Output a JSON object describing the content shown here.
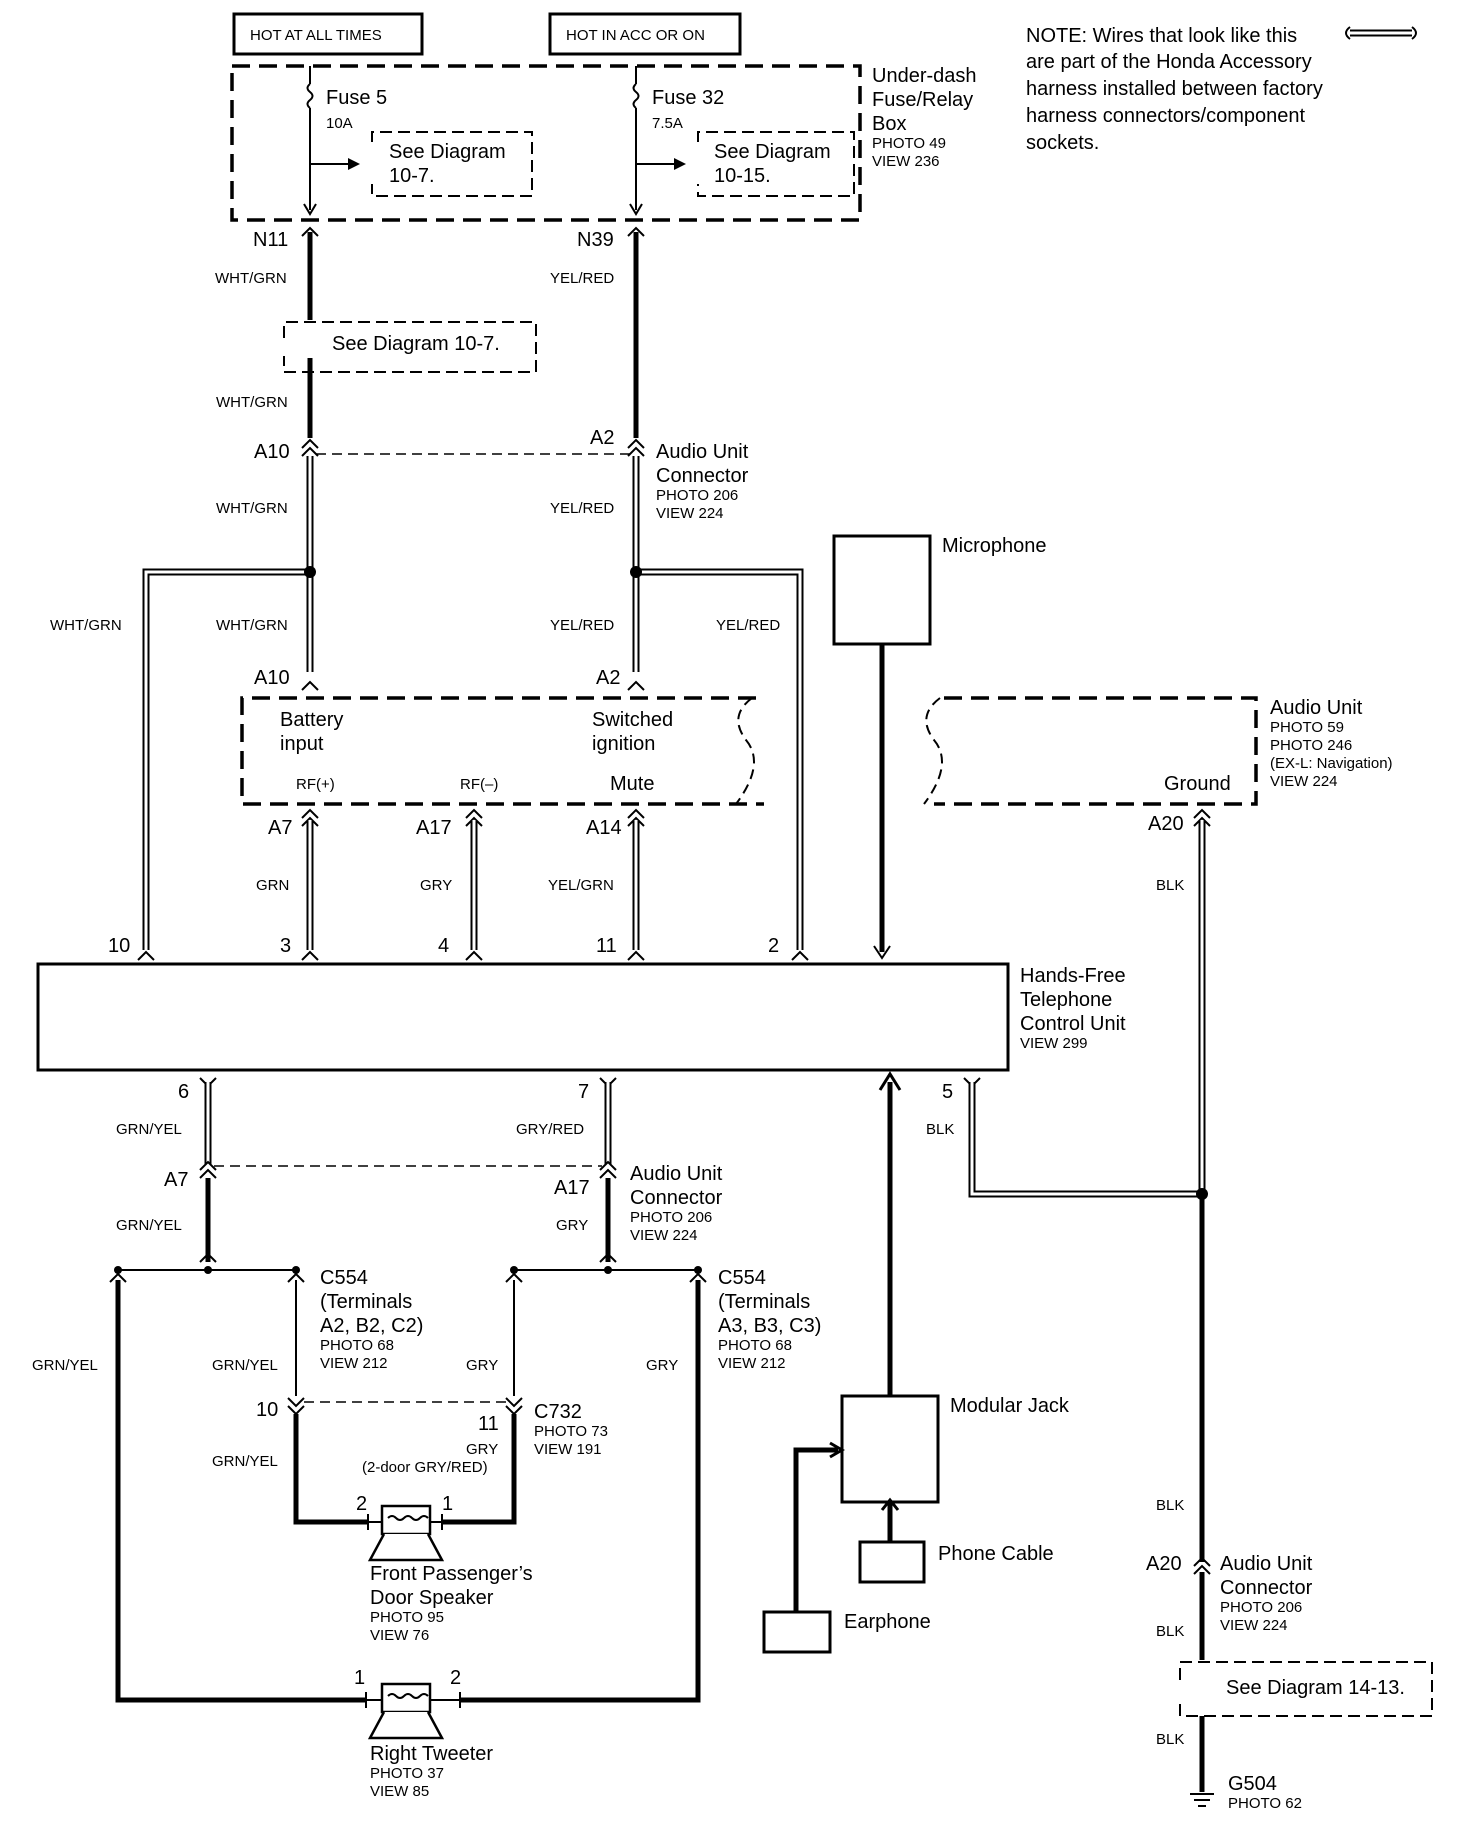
{
  "header": {
    "hot_at_all_times": "HOT AT ALL TIMES",
    "hot_in_acc": "HOT IN ACC OR ON"
  },
  "note": [
    "NOTE: Wires that look like this",
    "are part of the Honda Accessory",
    "harness installed between factory",
    "harness connectors/component",
    "sockets."
  ],
  "fuse_box": {
    "title": [
      "Under-dash",
      "Fuse/Relay",
      "Box"
    ],
    "photo": "PHOTO 49",
    "view": "VIEW 236",
    "fuse5": {
      "name": "Fuse 5",
      "rating": "10A",
      "see": [
        "See Diagram",
        "10-7."
      ]
    },
    "fuse32": {
      "name": "Fuse 32",
      "rating": "7.5A",
      "see": [
        "See Diagram",
        "10-15."
      ]
    }
  },
  "terminals": {
    "n11": "N11",
    "n39": "N39",
    "a10": "A10",
    "a2": "A2",
    "a7": "A7",
    "a17": "A17",
    "a14": "A14",
    "a20": "A20",
    "p10": "10",
    "p3": "3",
    "p4": "4",
    "p11": "11",
    "p2": "2",
    "p6": "6",
    "p7": "7",
    "p5": "5",
    "c10": "10",
    "c11": "11",
    "spk2": "2",
    "spk1": "1",
    "tw1": "1",
    "tw2": "2"
  },
  "wires": {
    "wht_grn": "WHT/GRN",
    "yel_red": "YEL/RED",
    "grn": "GRN",
    "gry": "GRY",
    "yel_grn": "YEL/GRN",
    "blk": "BLK",
    "grn_yel": "GRN/YEL",
    "gry_red": "GRY/RED",
    "gry_2door": "(2-door GRY/RED)"
  },
  "see_diagram_10_7": "See Diagram 10-7.",
  "see_diagram_14_13": "See Diagram 14-13.",
  "audio_unit_connector": {
    "title": [
      "Audio Unit",
      "Connector"
    ],
    "photo": "PHOTO 206",
    "view": "VIEW 224"
  },
  "audio_unit": {
    "title": "Audio Unit",
    "photos": [
      "PHOTO 59",
      "PHOTO 246",
      "(EX-L: Navigation)",
      "VIEW 224"
    ],
    "battery_input": [
      "Battery",
      "input"
    ],
    "switched_ignition": [
      "Switched",
      "ignition"
    ],
    "rf_plus": "RF(+)",
    "rf_minus": "RF(–)",
    "mute": "Mute",
    "ground": "Ground"
  },
  "microphone": "Microphone",
  "hftcu": {
    "title": [
      "Hands-Free",
      "Telephone",
      "Control Unit"
    ],
    "view": "VIEW 299"
  },
  "c554_left": {
    "title": [
      "C554",
      "(Terminals",
      "A2, B2, C2)"
    ],
    "photo": "PHOTO 68",
    "view": "VIEW 212"
  },
  "c554_right": {
    "title": [
      "C554",
      "(Terminals",
      "A3, B3, C3)"
    ],
    "photo": "PHOTO 68",
    "view": "VIEW 212"
  },
  "c732": {
    "title": "C732",
    "photo": "PHOTO 73",
    "view": "VIEW 191"
  },
  "modular_jack": "Modular Jack",
  "phone_cable": "Phone Cable",
  "earphone": "Earphone",
  "front_speaker": {
    "title": [
      "Front Passenger’s",
      "Door Speaker"
    ],
    "photo": "PHOTO 95",
    "view": "VIEW 76"
  },
  "right_tweeter": {
    "title": "Right Tweeter",
    "photo": "PHOTO 37",
    "view": "VIEW 85"
  },
  "ground_point": {
    "title": "G504",
    "photo": "PHOTO 62"
  }
}
